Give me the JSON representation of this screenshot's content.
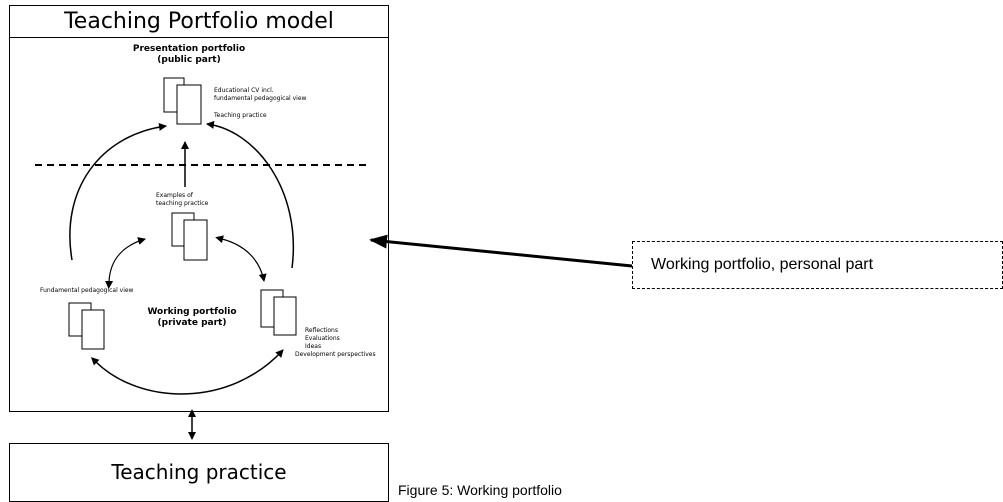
{
  "title": "Teaching Portfolio model",
  "presentation": {
    "heading_line1": "Presentation portfolio",
    "heading_line2": "(public part)",
    "items": [
      "Educational CV incl.",
      "fundamental pedagogical view",
      "Teaching practice"
    ]
  },
  "examples": {
    "line1": "Examples of",
    "line2": "teaching practice"
  },
  "fundamental": "Fundamental pedagogical view",
  "working": {
    "heading_line1": "Working portfolio",
    "heading_line2": "(private part)"
  },
  "reflections": [
    "Reflections",
    "Evaluations",
    "Ideas",
    "Development perspectives"
  ],
  "teaching_practice": "Teaching practice",
  "callout": "Working portfolio, personal part",
  "caption": "Figure 5: Working portfolio"
}
